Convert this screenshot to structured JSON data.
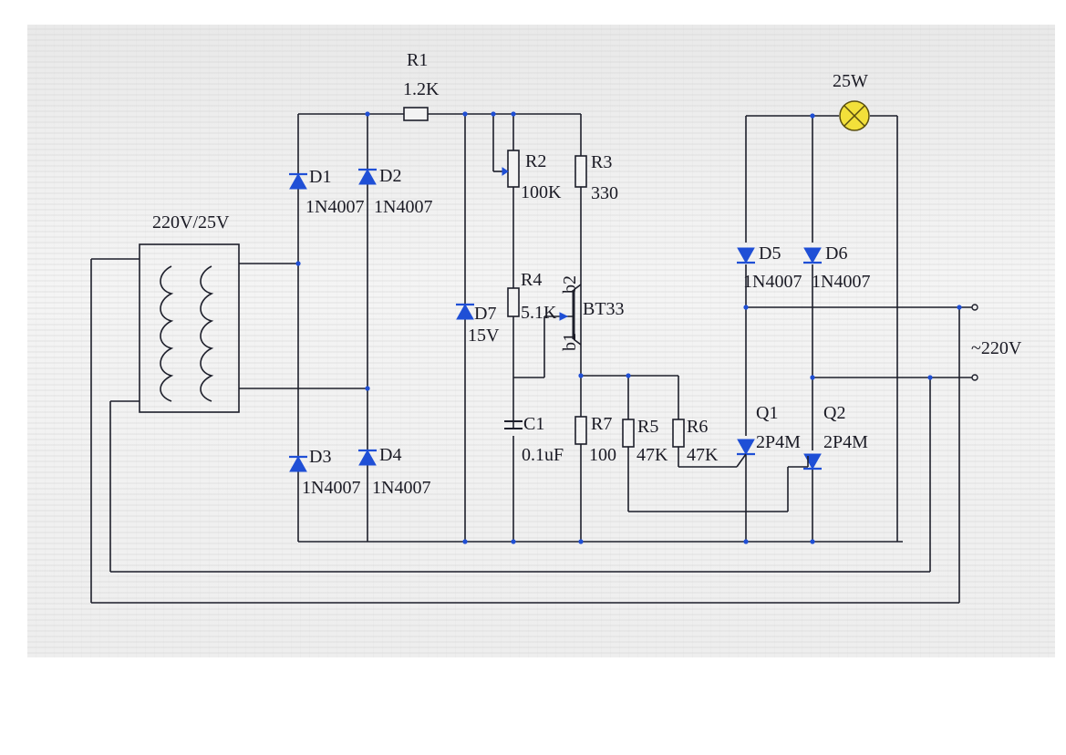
{
  "diagram": {
    "transformer": "220V/25V",
    "lamp": "25W",
    "mains": "~220V",
    "components": {
      "R1": {
        "name": "R1",
        "value": "1.2K"
      },
      "R2": {
        "name": "R2",
        "value": "100K"
      },
      "R3": {
        "name": "R3",
        "value": "330"
      },
      "R4": {
        "name": "R4",
        "value": "5.1K"
      },
      "R5": {
        "name": "R5",
        "value": "47K"
      },
      "R6": {
        "name": "R6",
        "value": "47K"
      },
      "R7": {
        "name": "R7",
        "value": "100"
      },
      "C1": {
        "name": "C1",
        "value": "0.1uF"
      },
      "D1": {
        "name": "D1",
        "value": "1N4007"
      },
      "D2": {
        "name": "D2",
        "value": "1N4007"
      },
      "D3": {
        "name": "D3",
        "value": "1N4007"
      },
      "D4": {
        "name": "D4",
        "value": "1N4007"
      },
      "D5": {
        "name": "D5",
        "value": "1N4007"
      },
      "D6": {
        "name": "D6",
        "value": "1N4007"
      },
      "D7": {
        "name": "D7",
        "value": "15V"
      },
      "Q1": {
        "name": "Q1",
        "value": "2P4M"
      },
      "Q2": {
        "name": "Q2",
        "value": "2P4M"
      },
      "UJT": {
        "name": "BT33",
        "pin_b2": "b2",
        "pin_b1": "b1"
      }
    }
  }
}
